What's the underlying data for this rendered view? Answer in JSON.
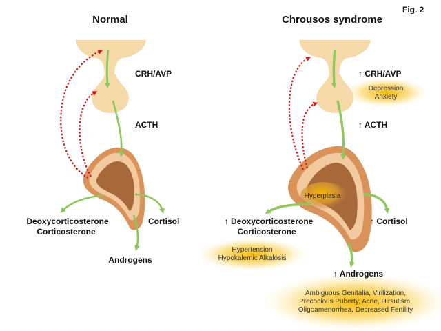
{
  "figure_label": "Fig. 2",
  "normal": {
    "title": "Normal",
    "hormone_1": "CRH/AVP",
    "hormone_2": "ACTH",
    "output_left_1": "Deoxycorticosterone",
    "output_left_2": "Corticosterone",
    "output_right": "Cortisol",
    "output_bottom": "Androgens"
  },
  "chrousos": {
    "title": "Chrousos syndrome",
    "hormone_1": "↑ CRH/AVP",
    "hormone_2": "↑ ACTH",
    "adrenal_label": "Hyperplasia",
    "output_left_1": "↑ Deoxycorticosterone",
    "output_left_2": "Corticosterone",
    "output_right": "↑ Cortisol",
    "output_bottom": "↑ Androgens",
    "crh_effects": [
      "Depression",
      "Anxiety"
    ],
    "mineralocorticoid_effects": [
      "Hypertension",
      "Hypokalemic Alkalosis"
    ],
    "androgen_effects": [
      "Ambiguous Genitalia, Virilization,",
      "Precocious Puberty, Acne, Hirsutism,",
      "Oligoamenorrhea,  Decreased Fertility"
    ]
  },
  "colors": {
    "gland_fill": "#f6d9a8",
    "adrenal_outer": "#d9935a",
    "adrenal_mid": "#f3c9a0",
    "adrenal_core": "#a8693a",
    "green_arrow": "#8cc85a",
    "red_dotted": "#cc1a1a",
    "glow": "#f5b800"
  }
}
